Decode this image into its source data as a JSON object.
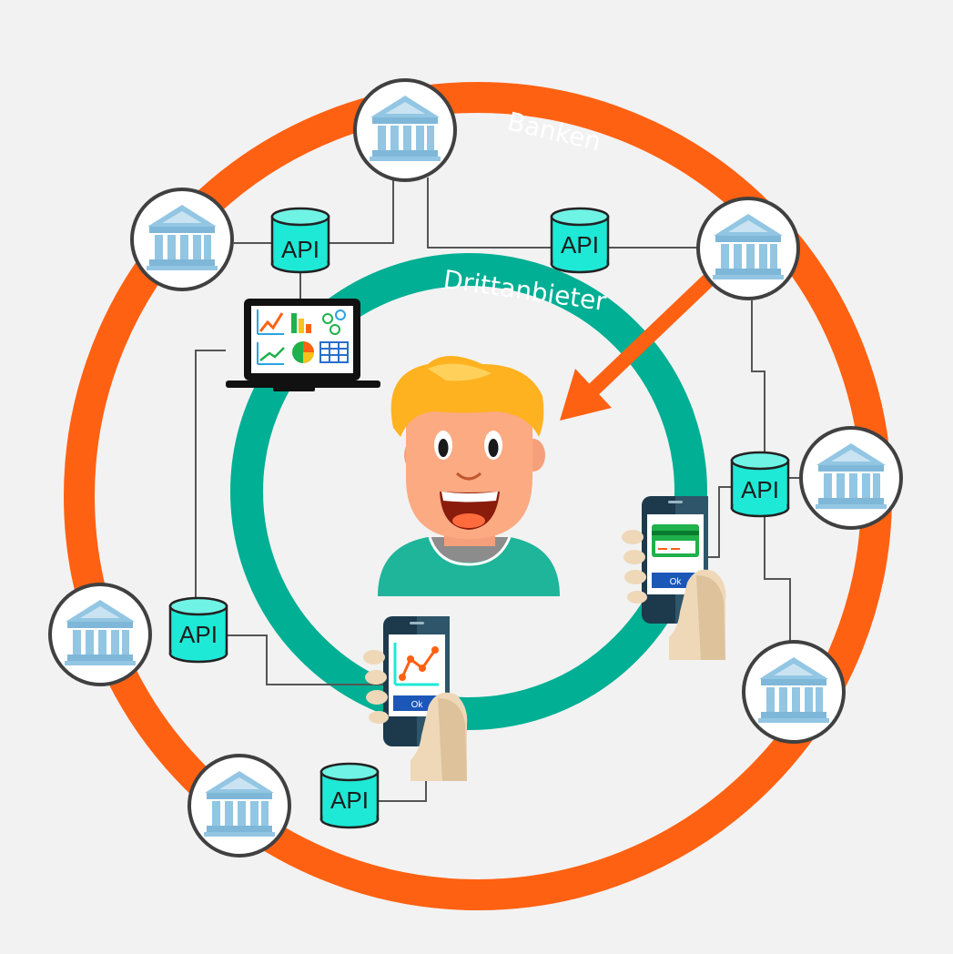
{
  "rings": {
    "outer_label": "Banken",
    "inner_label": "Drittanbieter"
  },
  "api_label": "API",
  "phones": {
    "ok_label": "Ok"
  },
  "colors": {
    "background": "#f2f2f2",
    "outer_ring": "#ff6112",
    "inner_ring": "#00af94",
    "api_cylinder": "#1ee9d6",
    "bank_icon": "#92c6e3",
    "connector": "#555555"
  },
  "icons": {
    "bank": "bank-building-icon",
    "api": "database-cylinder-icon",
    "user": "user-avatar",
    "laptop": "laptop-dashboard-icon",
    "phone": "smartphone-in-hand-icon"
  }
}
